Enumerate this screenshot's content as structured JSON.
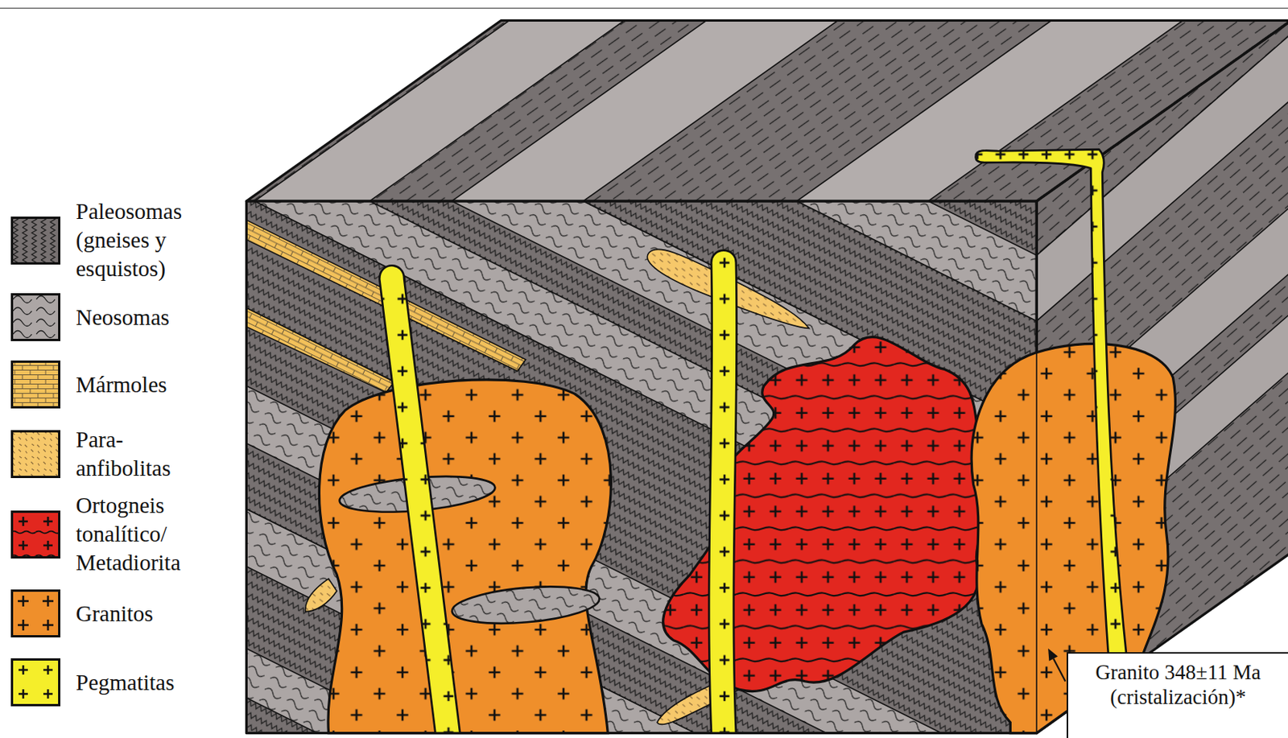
{
  "diagram": {
    "nodes": [
      {
        "text": [
          "Granito 348±11 Ma (cristalización)*"
        ]
      }
    ],
    "legend": [
      {
        "text": "Paleosomas (gneises y esquistos)",
        "color": "#777171"
      },
      {
        "text": "Neosomas",
        "color": "#aca6a5"
      },
      {
        "text": "Mármoles",
        "color": "#f3c15a"
      },
      {
        "text": "Para- anfibolitas",
        "color": "#f6c86a"
      },
      {
        "text": "Ortogneis tonalítico/ Metadiorita",
        "color": "#e2271f"
      },
      {
        "text": "Granitos",
        "color": "#ef8f2b"
      },
      {
        "text": "Pegmatitas",
        "color": "#f5ee2a"
      }
    ]
  }
}
